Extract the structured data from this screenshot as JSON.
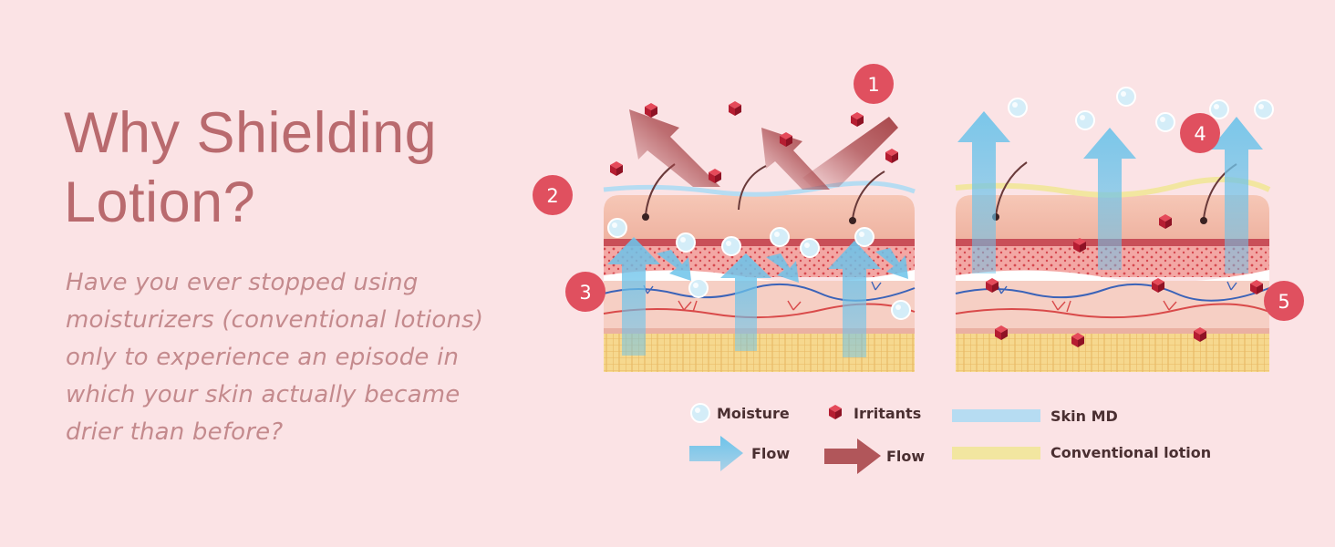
{
  "heading": {
    "line1": "Why Shielding",
    "line2": "Lotion?"
  },
  "subheading": {
    "lines": [
      "Have you ever stopped using",
      "moisturizers (conventional lotions)",
      "only to experience an episode in",
      "which your skin actually became",
      "drier than before?"
    ]
  },
  "badges": [
    "1",
    "2",
    "3",
    "4",
    "5"
  ],
  "legend": {
    "moisture": "Moisture",
    "irritants": "Irritants",
    "flow_blue": "Flow",
    "flow_red": "Flow",
    "skin_md": "Skin MD",
    "conventional": "Conventional lotion"
  },
  "colors": {
    "background": "#fbe3e5",
    "title": "#b96a6e",
    "subtitle": "#c48a8d",
    "badge": "#e0505f",
    "moisture_arrow": "#6cc3ea",
    "irritant_arrow": "#a8464a",
    "irritant": "#c41e35",
    "skin_md_layer": "#b6dcf2",
    "conventional_layer": "#f2e6a0"
  }
}
